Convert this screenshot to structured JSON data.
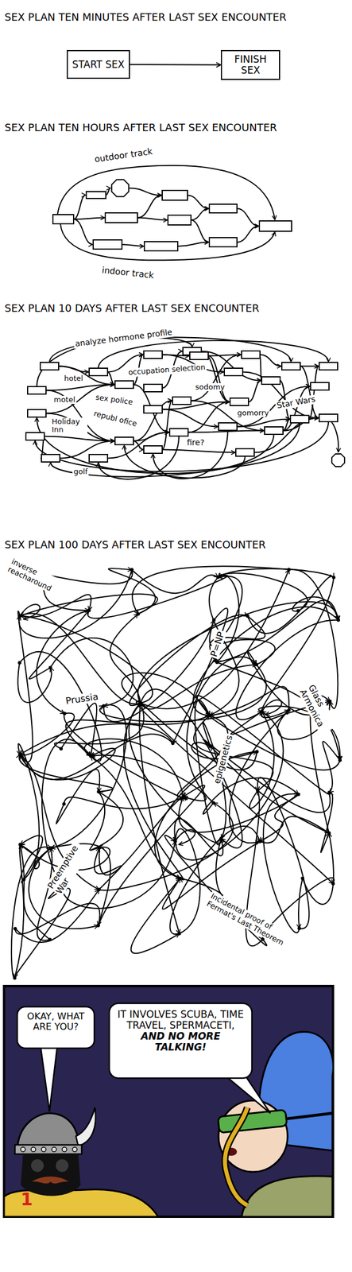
{
  "diagram": {
    "nodes": [
      {
        "text": [
          "START SEX"
        ]
      },
      {
        "text": [
          "FINISH SEX"
        ]
      }
    ],
    "edges": [
      {
        "from": 0,
        "to": 1,
        "arrow": "to"
      }
    ],
    "labels": [
      "SEX PLAN TEN MINUTES AFTER LAST SEX ENCOUNTER",
      "SEX PLAN TEN HOURS AFTER LAST SEX ENCOUNTER",
      "outdoor track",
      "indoor track",
      "SEX PLAN 10 DAYS AFTER LAST SEX ENCOUNTER",
      "analyze hormone profile",
      "hotel",
      "occupation selection",
      "motel",
      "sex police",
      "sodomy",
      "Star Wars",
      "Holiday Inn",
      "republ ofice",
      "gomorry",
      "fire?",
      "golf",
      "SEX PLAN 100 DAYS AFTER LAST SEX ENCOUNTER",
      "inverse reacharound",
      "P=NP",
      "Prussia",
      "Glass Armonica",
      "epigenetics",
      "Preemptive War",
      "Incidental proof of Fermat's Last Theorem",
      "OKAY, WHAT ARE YOU?",
      "IT INVOLVES SCUBA, TIME TRAVEL, SPERMACETI,",
      "AND NO MORE TALKING!",
      "1"
    ]
  }
}
